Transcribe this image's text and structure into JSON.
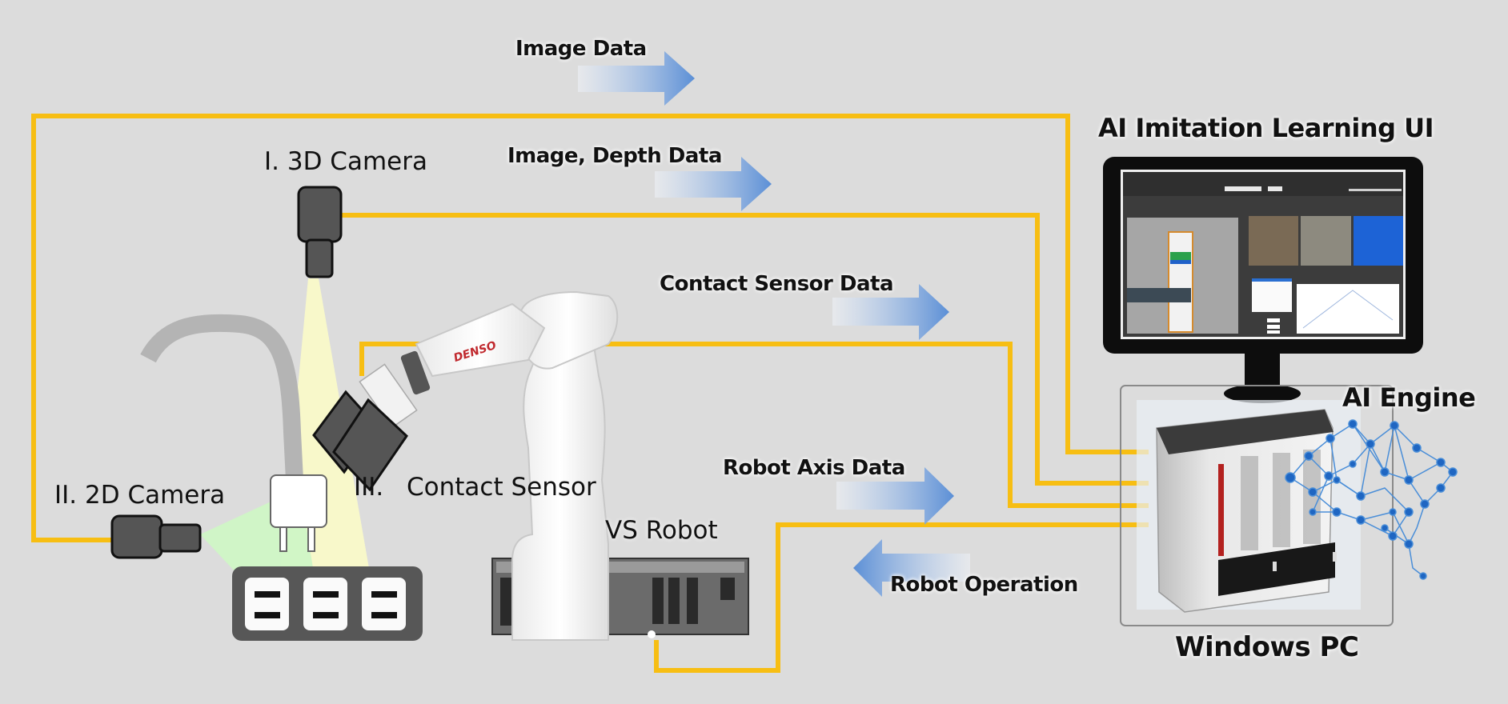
{
  "title": "AI Imitation Learning System Configuration",
  "colors": {
    "background": "#dcdcdc",
    "wire": "#f7be13",
    "arrow_from": "#e9eef6",
    "arrow_to": "#5b8fd6",
    "device_dark": "#555555",
    "network_blue": "#1f66c2"
  },
  "flows": [
    {
      "id": "image-data",
      "label": "Image Data",
      "direction": "right"
    },
    {
      "id": "image-depth-data",
      "label": "Image, Depth Data",
      "direction": "right"
    },
    {
      "id": "contact-sensor-data",
      "label": "Contact Sensor Data",
      "direction": "right"
    },
    {
      "id": "robot-axis-data",
      "label": "Robot Axis Data",
      "direction": "right"
    },
    {
      "id": "robot-operation",
      "label": "Robot Operation",
      "direction": "left"
    }
  ],
  "devices": {
    "camera_3d": "I.  3D Camera",
    "camera_2d": "II.  2D Camera",
    "contact_sensor_numeral": "III.",
    "contact_sensor": "Contact Sensor",
    "robot": "VS Robot",
    "robot_brand": "DENSO"
  },
  "pc": {
    "ui_title": "AI Imitation Learning UI",
    "engine_label": "AI Engine",
    "pc_label": "Windows PC"
  }
}
